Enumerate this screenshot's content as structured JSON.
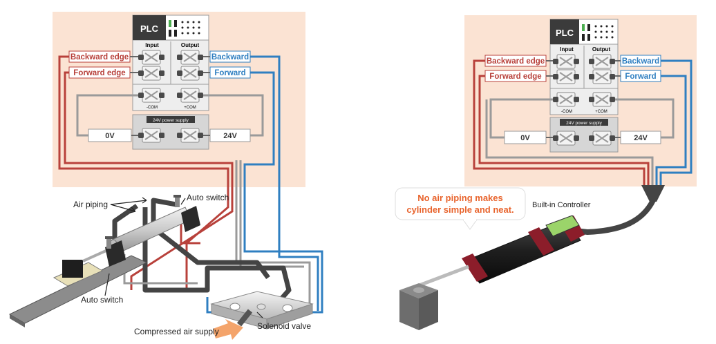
{
  "left": {
    "plc": "PLC",
    "input": "Input",
    "output": "Output",
    "backward_edge": "Backward edge",
    "forward_edge": "Forward edge",
    "backward": "Backward",
    "forward": "Forward",
    "com_minus": "-COM",
    "com_plus": "+COM",
    "power_supply": "24V power supply",
    "zero_v": "0V",
    "v24": "24V",
    "air_piping": "Air piping",
    "auto_switch_top": "Auto switch",
    "auto_switch_bottom": "Auto switch",
    "solenoid_valve": "Solenoid valve",
    "compressed_air": "Compressed air supply"
  },
  "right": {
    "plc": "PLC",
    "input": "Input",
    "output": "Output",
    "backward_edge": "Backward edge",
    "forward_edge": "Forward edge",
    "backward": "Backward",
    "forward": "Forward",
    "com_minus": "-COM",
    "com_plus": "+COM",
    "power_supply": "24V power supply",
    "zero_v": "0V",
    "v24": "24V",
    "bubble_line1": "No air piping makes",
    "bubble_line2": "cylinder simple and neat.",
    "builtin_controller": "Built-in Controller"
  },
  "colors": {
    "panel_bg": "#fbe3d3",
    "red_wire": "#b8413b",
    "blue_wire": "#2f7fc1",
    "gray_wire": "#9a9a9a",
    "dark_wire": "#3a3a3a",
    "label_red": "#b8413b",
    "label_blue": "#2f7fc1",
    "bubble_text": "#e8632c",
    "cylinder_red": "#8c1d2a"
  }
}
